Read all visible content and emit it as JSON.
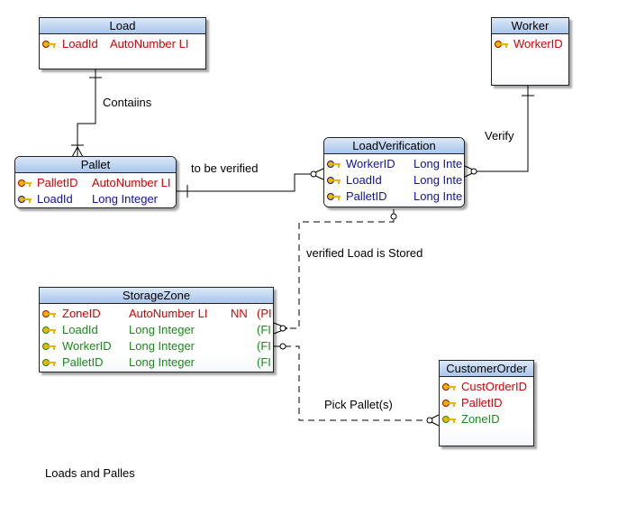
{
  "diagram": {
    "caption": "Loads and Palles",
    "relationship_labels": {
      "load_pallet": "Contaiins",
      "pallet_verification": "to be verified",
      "worker_verification": "Verify",
      "verification_storage": "verified Load is Stored",
      "storage_order": "Pick Pallet(s)"
    }
  },
  "entities": {
    "load": {
      "title": "Load",
      "rows": [
        {
          "name": "LoadId",
          "type": "AutoNumber LI",
          "key": "pk"
        }
      ]
    },
    "worker": {
      "title": "Worker",
      "rows": [
        {
          "name": "WorkerID",
          "key": "pk"
        }
      ]
    },
    "pallet": {
      "title": "Pallet",
      "rows": [
        {
          "name": "PalletID",
          "type": "AutoNumber LI",
          "key": "pk"
        },
        {
          "name": "LoadId",
          "type": "Long Integer",
          "key": "fk"
        }
      ]
    },
    "load_verification": {
      "title": "LoadVerification",
      "rows": [
        {
          "name": "WorkerID",
          "type": "Long Inte",
          "key": "fk"
        },
        {
          "name": "LoadId",
          "type": "Long Inte",
          "key": "fk"
        },
        {
          "name": "PalletID",
          "type": "Long Inte",
          "key": "fk"
        }
      ]
    },
    "storage_zone": {
      "title": "StorageZone",
      "rows": [
        {
          "name": "ZoneID",
          "type": "AutoNumber LI",
          "null": "NN",
          "flag": "(PI",
          "key": "pk"
        },
        {
          "name": "LoadId",
          "type": "Long Integer",
          "flag": "(FI",
          "key": "fk"
        },
        {
          "name": "WorkerID",
          "type": "Long Integer",
          "flag": "(FI",
          "key": "fk"
        },
        {
          "name": "PalletID",
          "type": "Long Integer",
          "flag": "(FI",
          "key": "fk"
        }
      ]
    },
    "customer_order": {
      "title": "CustomerOrder",
      "rows": [
        {
          "name": "CustOrderID",
          "key": "pk"
        },
        {
          "name": "PalletID",
          "key": "pk"
        },
        {
          "name": "ZoneID",
          "key": "fk"
        }
      ]
    }
  },
  "colors": {
    "pk_text": "#d40000",
    "fk_text_blue": "#1010b0",
    "fk_text_green": "#1a8a1a",
    "header_top": "#dbe8f8",
    "header_bottom": "#a9c6ec",
    "line": "#000000"
  },
  "icons": {
    "pk": "primary-key-icon",
    "fk": "foreign-key-icon"
  }
}
